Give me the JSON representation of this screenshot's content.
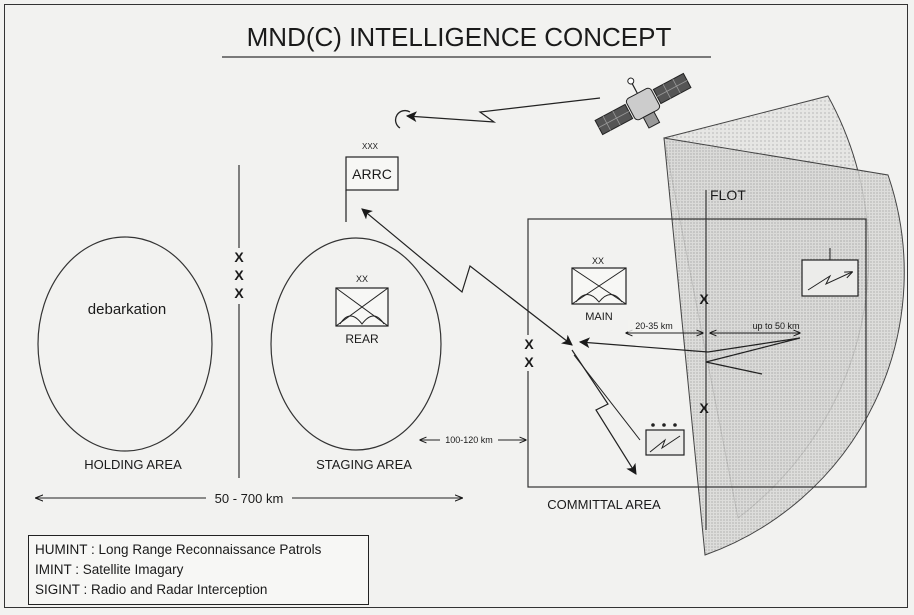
{
  "title": "MND(C) INTELLIGENCE CONCEPT",
  "labels": {
    "xxx": "XXX",
    "arrc": "ARRC",
    "flot": "FLOT",
    "xx_rear": "XX",
    "rear": "REAR",
    "debarkation": "debarkation",
    "xx_main": "XX",
    "main": "MAIN",
    "dist_20_35": "20-35 km",
    "dist_up_to_50": "up to 50 km",
    "dist_100_120": "100-120 km",
    "dist_50_700": "50 - 700 km",
    "holding_area": "HOLDING AREA",
    "staging_area": "STAGING AREA",
    "committal_area": "COMMITTAL AREA",
    "x": "X"
  },
  "legend": [
    {
      "key": "HUMINT",
      "value": "Long Range Reconnaissance Patrols"
    },
    {
      "key": "IMINT",
      "value": "Satellite Imagary"
    },
    {
      "key": "SIGINT",
      "value": "Radio and Radar Interception"
    }
  ]
}
